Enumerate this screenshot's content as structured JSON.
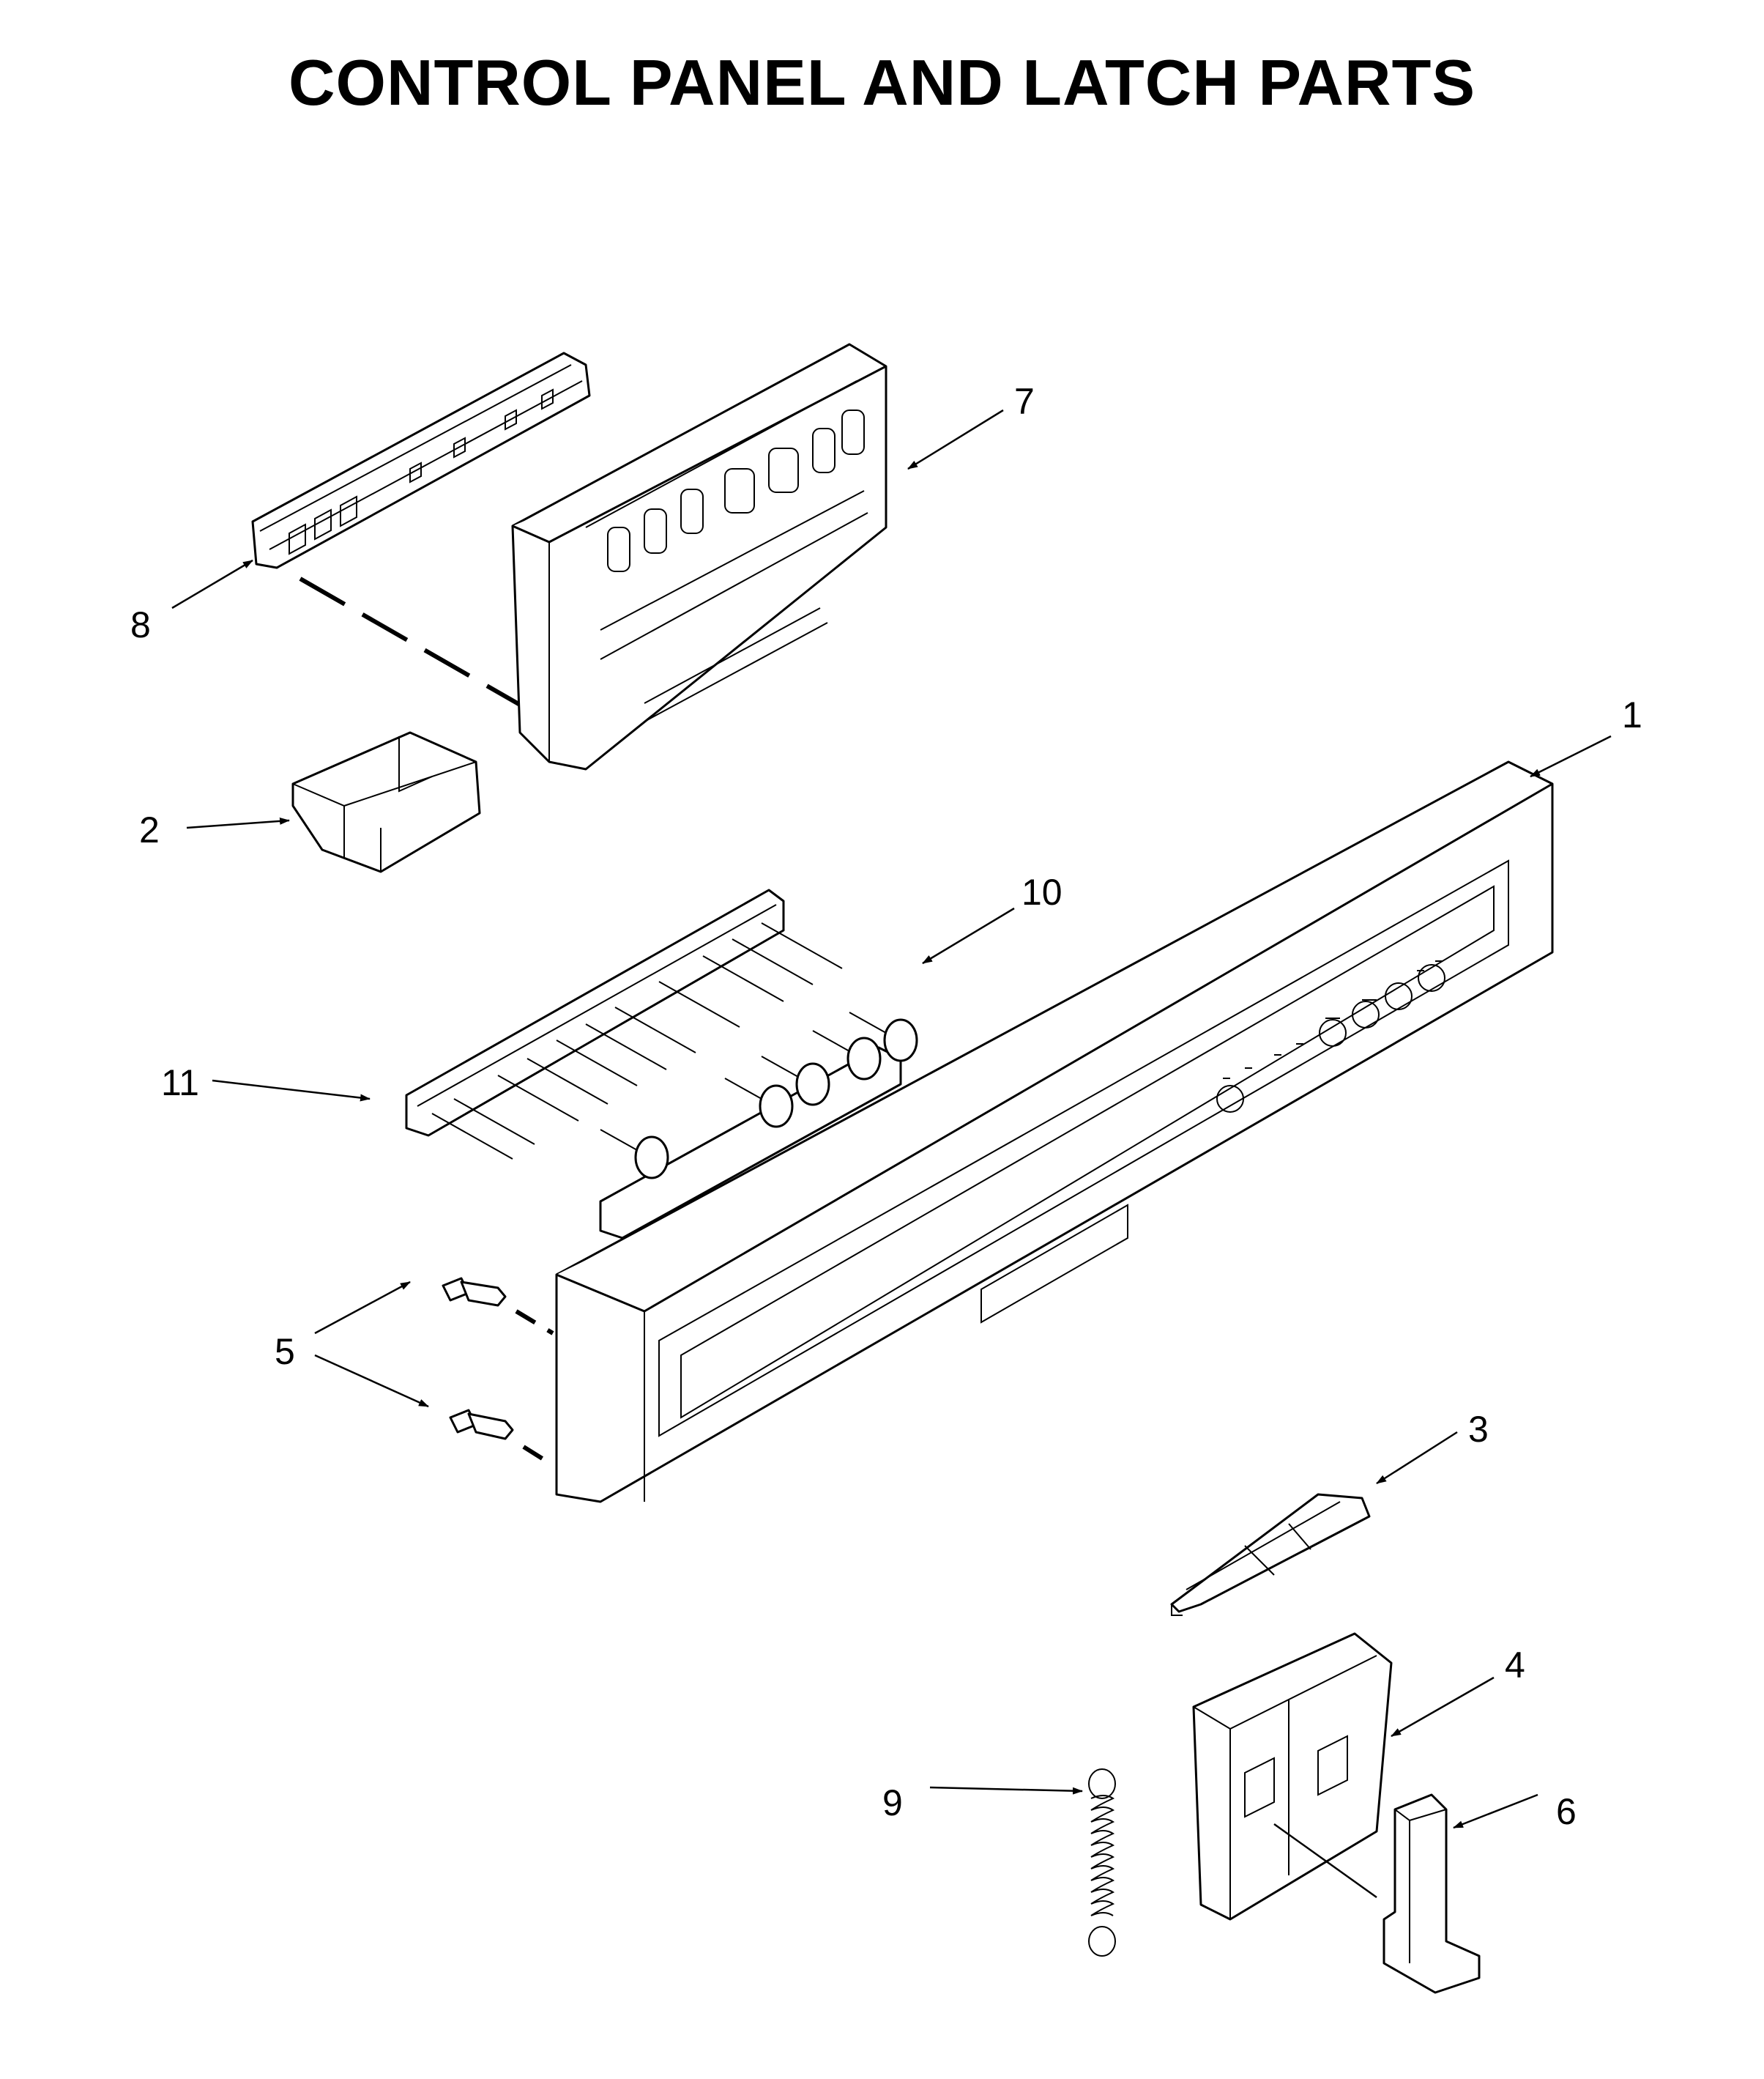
{
  "title": "CONTROL PANEL AND LATCH PARTS",
  "callouts": [
    {
      "id": "1",
      "label": "1"
    },
    {
      "id": "2",
      "label": "2"
    },
    {
      "id": "3",
      "label": "3"
    },
    {
      "id": "4",
      "label": "4"
    },
    {
      "id": "5",
      "label": "5"
    },
    {
      "id": "6",
      "label": "6"
    },
    {
      "id": "7",
      "label": "7"
    },
    {
      "id": "8",
      "label": "8"
    },
    {
      "id": "9",
      "label": "9"
    },
    {
      "id": "10",
      "label": "10"
    },
    {
      "id": "11",
      "label": "11"
    }
  ]
}
